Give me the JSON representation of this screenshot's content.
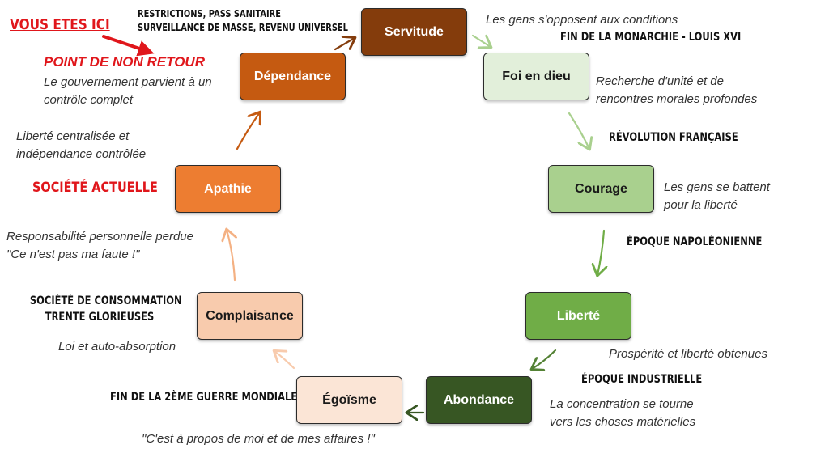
{
  "nodes": {
    "servitude": {
      "label": "Servitude",
      "fill": "#843c0c",
      "text": "#ffffff"
    },
    "foi": {
      "label": "Foi en dieu",
      "fill": "#e2efda",
      "text": "#1a1a1a"
    },
    "courage": {
      "label": "Courage",
      "fill": "#a9d08e",
      "text": "#1a1a1a"
    },
    "liberte": {
      "label": "Liberté",
      "fill": "#70ad47",
      "text": "#ffffff"
    },
    "abondance": {
      "label": "Abondance",
      "fill": "#375623",
      "text": "#ffffff"
    },
    "egoisme": {
      "label": "Égoïsme",
      "fill": "#fbe5d6",
      "text": "#1a1a1a"
    },
    "complaisance": {
      "label": "Complaisance",
      "fill": "#f8cbad",
      "text": "#1a1a1a"
    },
    "apathie": {
      "label": "Apathie",
      "fill": "#ed7d31",
      "text": "#ffffff"
    },
    "dependance": {
      "label": "Dépendance",
      "fill": "#c55a11",
      "text": "#ffffff"
    }
  },
  "arrow_colors": {
    "servitude_to_foi": "#a9d08e",
    "foi_to_courage": "#a9d08e",
    "courage_to_liberte": "#70ad47",
    "liberte_to_abondance": "#548235",
    "abondance_to_egoisme": "#375623",
    "egoisme_to_complaisance": "#f8cbad",
    "complaisance_to_apathie": "#f4b183",
    "apathie_to_dependance": "#c55a11",
    "dependance_to_servitude": "#843c0c",
    "pointer": "#e0161b"
  },
  "annotations": {
    "servitude_desc": "Les gens s'opposent aux conditions",
    "servitude_era": "FIN DE LA MONARCHIE - LOUIS XVI",
    "foi_desc": [
      "Recherche d'unité et de",
      "rencontres morales profondes"
    ],
    "foi_era": "RÉVOLUTION FRANÇAISE",
    "courage_desc": [
      "Les gens se battent",
      "pour la liberté"
    ],
    "courage_era": "ÉPOQUE NAPOLÉONIENNE",
    "liberte_desc": "Prospérité et liberté obtenues",
    "liberte_era": "ÉPOQUE INDUSTRIELLE",
    "abondance_desc": [
      "La concentration se tourne",
      "vers les choses matérielles"
    ],
    "egoisme_desc": "\"C'est à propos de moi et de mes affaires !\"",
    "egoisme_era": "FIN DE LA 2ÈME GUERRE MONDIALE",
    "complaisance_desc": "Loi et auto-absorption",
    "complaisance_era": [
      "SOCIÉTÉ DE CONSOMMATION",
      "TRENTE GLORIEUSES"
    ],
    "apathie_desc": [
      "Responsabilité personnelle perdue",
      "\"Ce n'est pas ma faute !\""
    ],
    "apathie_desc2": [
      "Liberté centralisée et",
      "indépendance contrôlée"
    ],
    "societe_actuelle": "SOCIÉTÉ ACTUELLE",
    "dependance_desc": [
      "Le gouvernement parvient à un",
      "contrôle complet"
    ],
    "point_non_retour": "POINT DE NON RETOUR",
    "vous_etes_ici": "VOUS ETES ICI",
    "top_conditions": [
      "RESTRICTIONS, PASS SANITAIRE",
      "SURVEILLANCE DE MASSE, REVENU UNIVERSEL"
    ]
  }
}
